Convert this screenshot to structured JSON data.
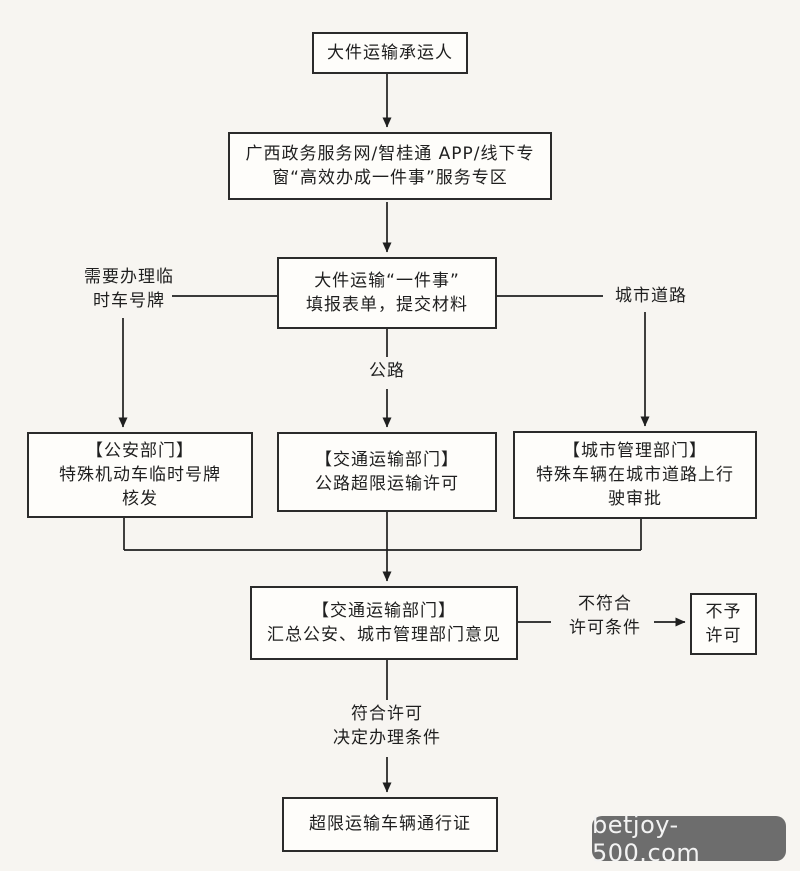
{
  "page": {
    "background": "#f7f5f1",
    "box_fill": "#fefdfa",
    "line_color": "#1f1f1f"
  },
  "nodes": {
    "carrier": {
      "lines": [
        "大件运输承运人"
      ]
    },
    "portal": {
      "lines": [
        "广西政务服务网/智桂通 APP/线下专",
        "窗“高效办成一件事”服务专区"
      ]
    },
    "form": {
      "lines": [
        "大件运输“一件事”",
        "填报表单，提交材料"
      ]
    },
    "police": {
      "lines": [
        "【公安部门】",
        "特殊机动车临时号牌",
        "核发"
      ]
    },
    "transport": {
      "lines": [
        "【交通运输部门】",
        "公路超限运输许可"
      ]
    },
    "urban_mgmt": {
      "lines": [
        "【城市管理部门】",
        "特殊车辆在城市道路上行",
        "驶审批"
      ]
    },
    "summary": {
      "lines": [
        "【交通运输部门】",
        "汇总公安、城市管理部门意见"
      ]
    },
    "deny": {
      "lines": [
        "不予",
        "许可"
      ]
    },
    "permit": {
      "lines": [
        "超限运输车辆通行证"
      ]
    }
  },
  "edge_labels": {
    "temp_plate": {
      "lines": [
        "需要办理临",
        "时车号牌"
      ]
    },
    "highway": {
      "lines": [
        "公路"
      ]
    },
    "urban_road": {
      "lines": [
        "城市道路"
      ]
    },
    "not_qualified": {
      "lines": [
        "不符合",
        "许可条件"
      ]
    },
    "qualified": {
      "lines": [
        "符合许可",
        "决定办理条件"
      ]
    }
  },
  "watermark": {
    "text": "betjoy-500.com",
    "background": "#6d6d6d",
    "text_color": "#f3f3f3"
  }
}
